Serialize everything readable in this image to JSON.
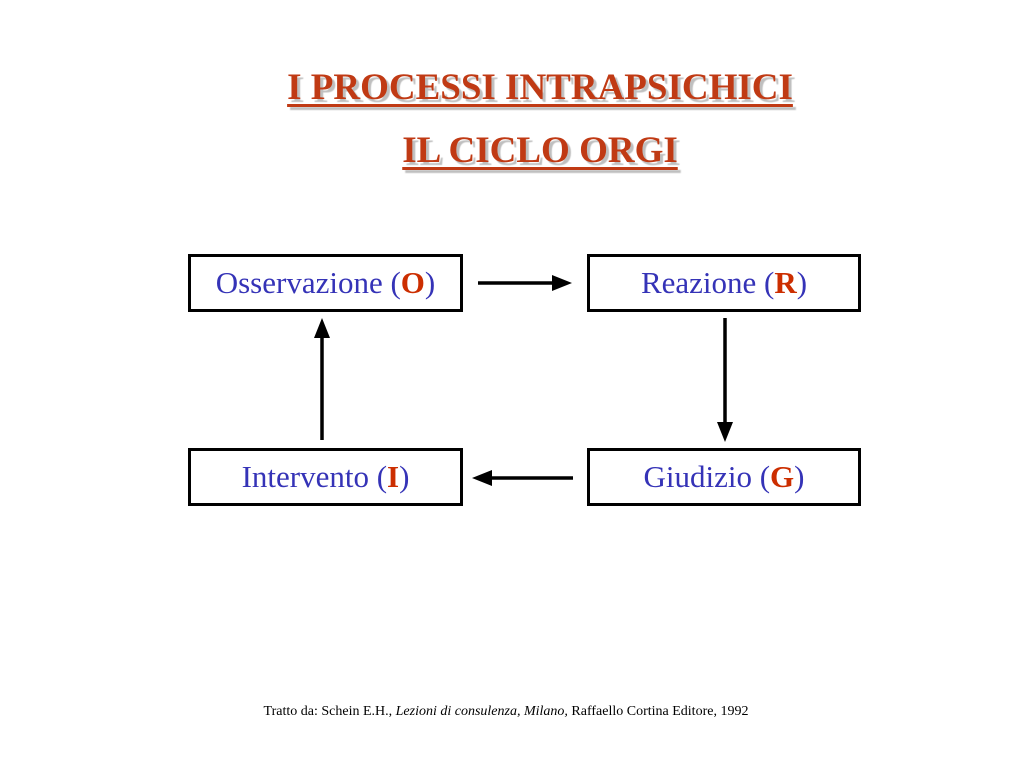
{
  "colors": {
    "background": "#ffffff",
    "title-red": "#c03a14",
    "accent-red": "#cc2e00",
    "text-blue": "#3533b7",
    "line-black": "#000000",
    "shadow-gray": "#bfbfbf"
  },
  "title": {
    "line1": "I PROCESSI INTRAPSICHICI",
    "line2": "IL CICLO ORGI"
  },
  "diagram": {
    "type": "cycle",
    "nodes": [
      {
        "id": "osservazione",
        "prefix": "Osservazione (",
        "letter": "O",
        "suffix": ")"
      },
      {
        "id": "reazione",
        "prefix": "Reazione (",
        "letter": "R",
        "suffix": ")"
      },
      {
        "id": "intervento",
        "prefix": "Intervento (",
        "letter": "I",
        "suffix": ")"
      },
      {
        "id": "giudizio",
        "prefix": "Giudizio (",
        "letter": "G",
        "suffix": ")"
      }
    ],
    "edges": [
      {
        "from": "Osservazione",
        "to": "Reazione",
        "direction": "right"
      },
      {
        "from": "Reazione",
        "to": "Giudizio",
        "direction": "down"
      },
      {
        "from": "Giudizio",
        "to": "Intervento",
        "direction": "left"
      },
      {
        "from": "Intervento",
        "to": "Osservazione",
        "direction": "up"
      }
    ]
  },
  "footer": {
    "prefix": "Tratto da: Schein E.H., ",
    "work": "Lezioni di consulenza, Milano,",
    "suffix": " Raffaello Cortina Editore, 1992"
  }
}
